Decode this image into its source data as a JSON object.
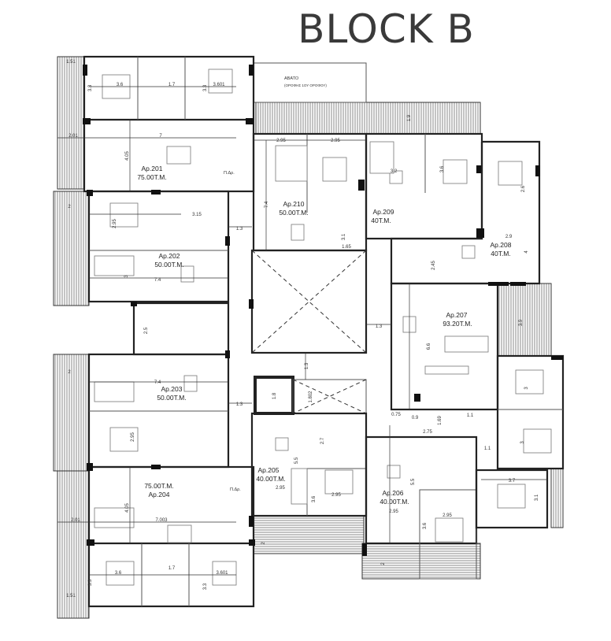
{
  "title": "BLOCK B",
  "abato": {
    "label": "ΑΒΑΤΟ",
    "sub": "(ΟΡΟΦΗΣ 1ΟΥ ΟΡΟΦΟΥ)"
  },
  "apartments": [
    {
      "name": "Ap.201",
      "area": "75.00T.M."
    },
    {
      "name": "Ap.202",
      "area": "50.00T.M."
    },
    {
      "name": "Ap.203",
      "area": "50.00T.M."
    },
    {
      "name": "Ap.204",
      "area": "75.00T.M."
    },
    {
      "name": "Ap.205",
      "area": "40.00T.M."
    },
    {
      "name": "Ap.206",
      "area": "40.00T.M."
    },
    {
      "name": "Ap.207",
      "area": "93.20T.M."
    },
    {
      "name": "Ap.208",
      "area": "40T.M."
    },
    {
      "name": "Ap.209",
      "area": "40T.M."
    },
    {
      "name": "Ap.210",
      "area": "50.00T.M."
    }
  ],
  "laundry_label": "Π.Δρ.",
  "dims": [
    "3.6",
    "1.7",
    "3.601",
    "3.3",
    "3.3",
    "2.01",
    "7",
    "4.05",
    "1.51",
    "2",
    "2.95",
    "3.15",
    "1.3",
    "7.4",
    "3",
    "2.95",
    "2.95",
    "7.4",
    "3.1",
    "1.65",
    "1.9",
    "3.2",
    "3.6",
    "2.6",
    "2.9",
    "4",
    "2.45",
    "1.3",
    "3.9",
    "6.6",
    "2.5",
    "7.4",
    "2.95",
    "1.3",
    "1.3",
    "1.8",
    "1.802",
    "2.7",
    "5.5",
    "2.95",
    "3.6",
    "2.95",
    "2",
    "0.75",
    "0.9",
    "1.69",
    "2.75",
    "1.1",
    "1.1",
    "3",
    "3",
    "3.7",
    "3.1",
    "5.5",
    "2.95",
    "3.6",
    "2.95",
    "2",
    "2",
    "7.003",
    "4.05",
    "2.01",
    "3.6",
    "1.7",
    "3.601",
    "3.3",
    "3.3",
    "1.51"
  ]
}
